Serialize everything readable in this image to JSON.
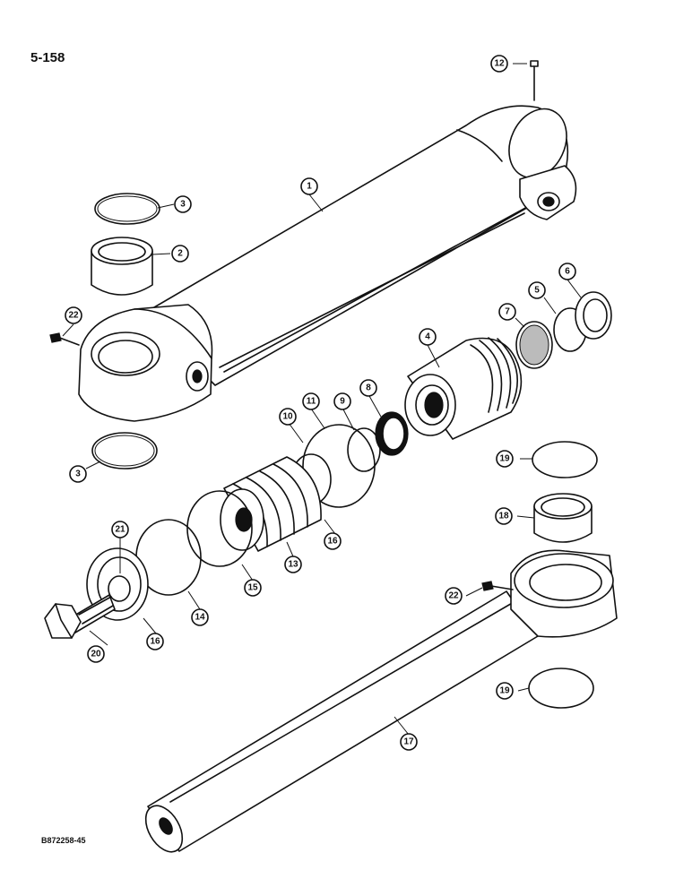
{
  "page_number": "5-158",
  "drawing_code": "B872258-45",
  "callouts": [
    "1",
    "2",
    "3",
    "3",
    "4",
    "5",
    "6",
    "7",
    "8",
    "9",
    "10",
    "11",
    "12",
    "13",
    "14",
    "15",
    "16",
    "16",
    "17",
    "18",
    "19",
    "19",
    "20",
    "21",
    "22",
    "22"
  ]
}
